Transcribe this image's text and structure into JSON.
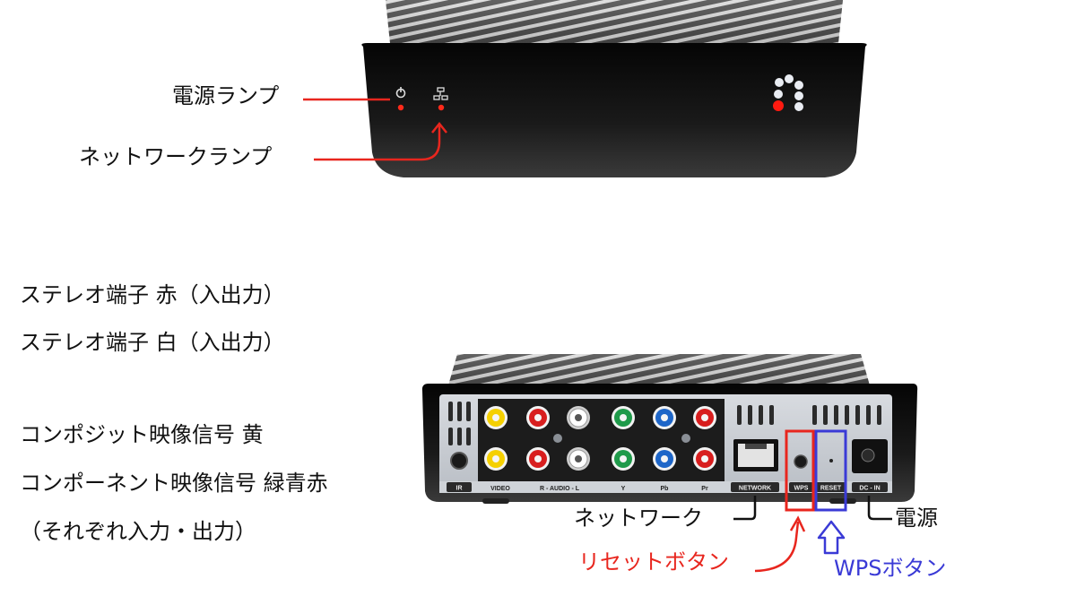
{
  "front": {
    "power_lamp": "電源ランプ",
    "network_lamp": "ネットワークランプ"
  },
  "back": {
    "port_labels": {
      "ir": "IR",
      "video": "VIDEO",
      "audio": "R - AUDIO - L",
      "y": "Y",
      "pb": "Pb",
      "pr": "Pr",
      "network": "NETWORK",
      "wps": "WPS",
      "reset": "RESET",
      "dc_in": "DC - IN"
    }
  },
  "descriptions": {
    "stereo_red": "ステレオ端子 赤（入出力）",
    "stereo_white": "ステレオ端子 白（入出力）",
    "composite": "コンポジット映像信号 黄",
    "component": "コンポーネント映像信号 緑青赤",
    "in_out_note": "（それぞれ入力・出力）"
  },
  "callouts": {
    "network": "ネットワーク",
    "power": "電源",
    "reset_button": "リセットボタン",
    "wps_button": "WPSボタン"
  },
  "colors": {
    "accent_red": "#e8261e",
    "accent_blue": "#3a3ad6",
    "device_body": "#111111",
    "panel": "#cfd3d8"
  }
}
